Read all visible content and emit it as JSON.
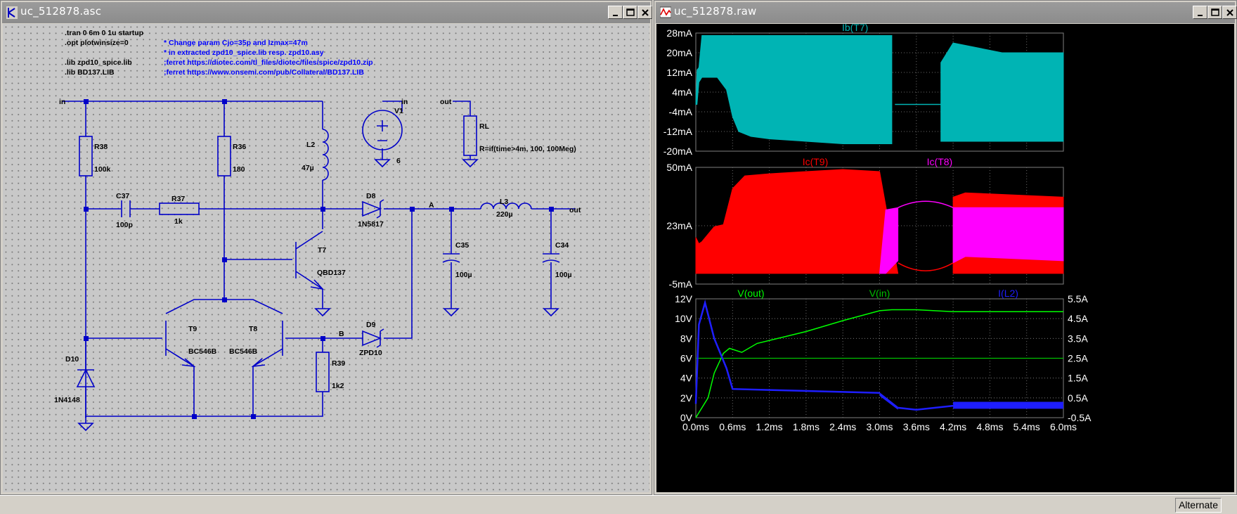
{
  "schematic_window": {
    "title": "uc_512878.asc",
    "directives": [
      ".tran 0 6m 0 1u startup",
      ".opt plotwinsize=0",
      ".lib zpd10_spice.lib",
      ".lib BD137.LIB"
    ],
    "comments": [
      "* Change param Cjo=35p and Izmax=47m",
      "* in extracted zpd10_spice.lib resp.  zpd10.asy",
      ";ferret https://diotec.com/tl_files/diotec/files/spice/zpd10.zip",
      ";ferret https://www.onsemi.com/pub/Collateral/BD137.LIB"
    ],
    "nets": {
      "in": "in",
      "in2": "in",
      "out": "out",
      "out2": "out",
      "A": "A",
      "B": "B"
    },
    "components": {
      "R38": {
        "name": "R38",
        "value": "100k"
      },
      "R36": {
        "name": "R36",
        "value": "180"
      },
      "L2": {
        "name": "L2",
        "value": "47µ"
      },
      "V1": {
        "name": "V1",
        "value": "6"
      },
      "RL": {
        "name": "RL",
        "value": "R=if(time>4m, 100, 100Meg)"
      },
      "C37": {
        "name": "C37",
        "value": "100p"
      },
      "R37": {
        "name": "R37",
        "value": "1k"
      },
      "D8": {
        "name": "D8",
        "value": "1N5817"
      },
      "L3": {
        "name": "L3",
        "value": "220µ"
      },
      "T7": {
        "name": "T7",
        "value": "QBD137"
      },
      "C35": {
        "name": "C35",
        "value": "100µ"
      },
      "C34": {
        "name": "C34",
        "value": "100µ"
      },
      "T9": {
        "name": "T9",
        "value": "BC546B"
      },
      "T8": {
        "name": "T8",
        "value": "BC546B"
      },
      "D9": {
        "name": "D9",
        "value": "ZPD10"
      },
      "R39": {
        "name": "R39",
        "value": "1k2"
      },
      "D10": {
        "name": "D10",
        "value": "1N4148"
      }
    }
  },
  "waveform_window": {
    "title": "uc_512878.raw",
    "panes": [
      {
        "traces": [
          {
            "name": "Ib(T7)",
            "color": "#00b4b4"
          }
        ],
        "y_ticks": [
          "28mA",
          "20mA",
          "12mA",
          "4mA",
          "-4mA",
          "-12mA",
          "-20mA"
        ]
      },
      {
        "traces": [
          {
            "name": "Ic(T9)",
            "color": "#ff0000"
          },
          {
            "name": "Ic(T8)",
            "color": "#ff00ff"
          }
        ],
        "y_ticks": [
          "50mA",
          "23mA",
          "-5mA"
        ]
      },
      {
        "traces": [
          {
            "name": "V(out)",
            "color": "#00ff00"
          },
          {
            "name": "V(in)",
            "color": "#00c000"
          },
          {
            "name": "I(L2)",
            "color": "#1e1eff"
          }
        ],
        "y_ticks_left": [
          "12V",
          "10V",
          "8V",
          "6V",
          "4V",
          "2V",
          "0V"
        ],
        "y_ticks_right": [
          "5.5A",
          "4.5A",
          "3.5A",
          "2.5A",
          "1.5A",
          "0.5A",
          "-0.5A"
        ],
        "x_ticks": [
          "0.0ms",
          "0.6ms",
          "1.2ms",
          "1.8ms",
          "2.4ms",
          "3.0ms",
          "3.6ms",
          "4.2ms",
          "4.8ms",
          "5.4ms",
          "6.0ms"
        ]
      }
    ]
  },
  "status_bar": {
    "mode": "Alternate"
  },
  "chart_data": {
    "type": "line",
    "x_unit": "ms",
    "xlim": [
      0,
      6.0
    ],
    "panes": [
      {
        "ylim": [
          -20,
          28
        ],
        "yunit": "mA",
        "series": [
          {
            "name": "Ib(T7)",
            "x": [
              0,
              0.02,
              0.05,
              0.1,
              0.2,
              0.35,
              0.5,
              0.6,
              0.7,
              0.9,
              1.2,
              1.8,
              2.4,
              3.0,
              3.2,
              3.3,
              3.9,
              4.0,
              4.2,
              5.0,
              6.0
            ],
            "y_max": [
              -1,
              13,
              14,
              27,
              27,
              27,
              27,
              27,
              27,
              27,
              27,
              27,
              27,
              27,
              27,
              -1,
              -1,
              16,
              24,
              20,
              20
            ],
            "y_min": [
              -1,
              -1,
              8,
              10,
              10,
              10,
              5,
              -6,
              -12,
              -14,
              -15,
              -16,
              -17,
              -17,
              -17,
              -1,
              -1,
              -16,
              -16,
              -16,
              -16
            ]
          }
        ]
      },
      {
        "ylim": [
          -5,
          50
        ],
        "yunit": "mA",
        "series": [
          {
            "name": "Ic(T9)",
            "x": [
              0,
              0.05,
              0.1,
              0.3,
              0.45,
              0.6,
              0.8,
              1.2,
              1.8,
              2.4,
              3.0,
              3.3,
              4.2,
              4.4,
              6.0
            ],
            "y_max": [
              17,
              14,
              15,
              22,
              23,
              40,
              46,
              47,
              48,
              49,
              48,
              0,
              36,
              38,
              36
            ],
            "y_min": [
              0,
              0,
              0,
              0,
              0,
              0,
              0,
              0,
              0,
              0,
              0,
              0,
              0,
              0,
              0
            ]
          },
          {
            "name": "Ic(T8)",
            "x": [
              3.0,
              3.1,
              3.3,
              3.6,
              3.9,
              4.2,
              4.4,
              6.0
            ],
            "y_max": [
              0,
              30,
              31,
              31,
              30,
              31,
              31,
              31
            ],
            "y_min": [
              0,
              0,
              6,
              4,
              4,
              5,
              8,
              6
            ]
          }
        ]
      },
      {
        "ylim": [
          0,
          12
        ],
        "yunit": "V",
        "y2lim": [
          -0.5,
          5.5
        ],
        "y2unit": "A",
        "series": [
          {
            "name": "V(out)",
            "x": [
              0,
              0.2,
              0.3,
              0.45,
              0.55,
              0.75,
              1.0,
              1.8,
              2.4,
              3.0,
              3.2,
              3.6,
              4.2,
              6.0
            ],
            "y": [
              0,
              2,
              4.5,
              6.5,
              7.0,
              6.6,
              7.5,
              8.7,
              9.8,
              10.8,
              10.9,
              10.9,
              10.7,
              10.7
            ]
          },
          {
            "name": "V(in)",
            "x": [
              0,
              6.0
            ],
            "y": [
              6,
              6
            ]
          },
          {
            "name": "I(L2)",
            "x": [
              0,
              0.05,
              0.15,
              0.3,
              0.5,
              0.6,
              1.2,
              1.8,
              2.4,
              3.0,
              3.3,
              3.6,
              4.2,
              4.4,
              6.0
            ],
            "y": [
              0.2,
              4.2,
              5.3,
              3.5,
              2.0,
              0.95,
              0.9,
              0.85,
              0.8,
              0.75,
              0,
              -0.1,
              0.1,
              0.15,
              0.1
            ]
          }
        ]
      }
    ]
  }
}
